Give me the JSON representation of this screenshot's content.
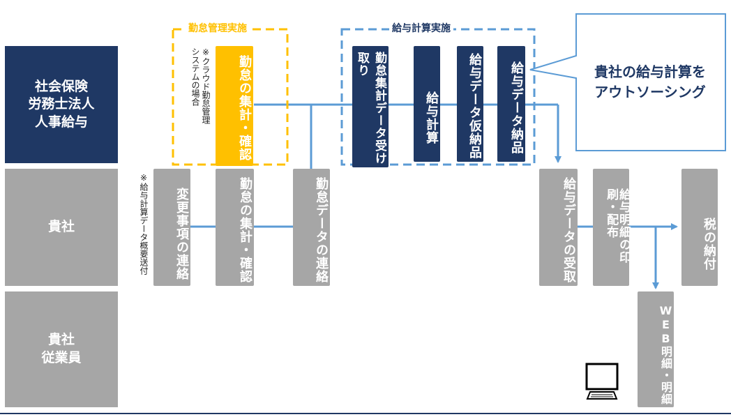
{
  "lanes": [
    {
      "label": "社会保険\n労務士法人\n人事給与"
    },
    {
      "label": "貴社"
    },
    {
      "label": "貴社\n従業員"
    }
  ],
  "groups": {
    "attendance": {
      "title": "勤怠管理実施"
    },
    "payroll": {
      "title": "給与計算実施"
    }
  },
  "notes": {
    "cloud": "※クラウド勤怠管理\nシステムの場合",
    "summary": "※給与計算データ概要送付"
  },
  "boxes": {
    "sr_attendance_check": "勤怠の集計・確認",
    "receive_attendance_data": "勤怠集計データ受け取り",
    "payroll_calc": "給与計算",
    "payroll_data_provisional": "給与データ仮納品",
    "payroll_data_delivery": "給与データ納品",
    "change_notice": "変更事項の連絡",
    "client_attendance_check": "勤怠の集計・確認",
    "attendance_data_notice": "勤怠データの連絡",
    "receive_payroll_data": "給与データの受取",
    "payslip_print": "給与明細の印刷・配布",
    "tax_payment": "税の納付",
    "web_payslip": "WEB明細・明細"
  },
  "callout": {
    "text": "貴社の給与計算を\nアウトソーシング"
  },
  "colors": {
    "navy": "#1f3864",
    "gray": "#a6a6a6",
    "gold": "#ffc000",
    "line": "#5b9bd5"
  }
}
